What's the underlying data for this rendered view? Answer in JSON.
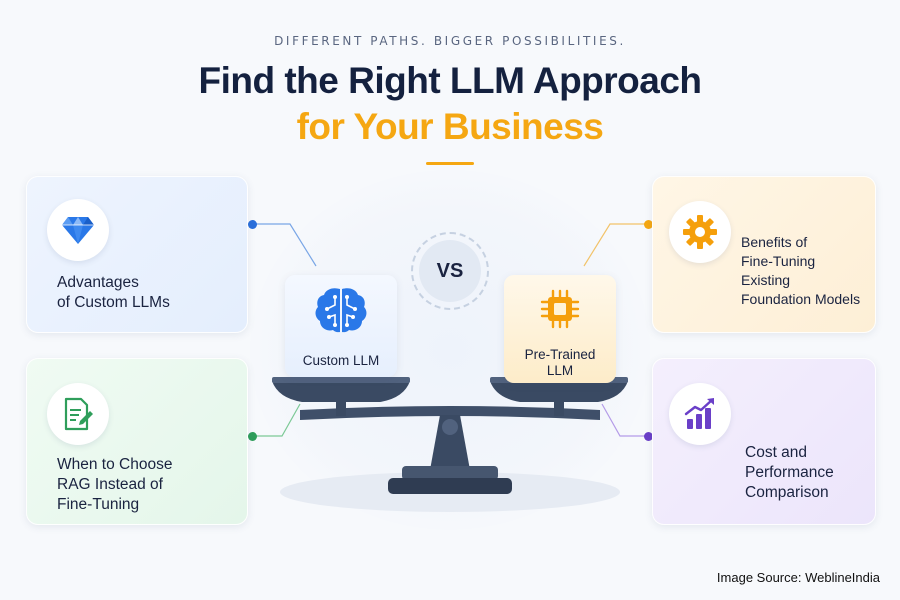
{
  "header": {
    "tagline": "DIFFERENT PATHS. BIGGER POSSIBILITIES.",
    "title_line1": "Find the Right LLM Approach",
    "title_line2": "for Your Business"
  },
  "comparison": {
    "vs_label": "VS",
    "left_model": "Custom LLM",
    "right_model_line1": "Pre-Trained",
    "right_model_line2": "LLM"
  },
  "cards": {
    "advantages": {
      "line1": "Advantages",
      "line2": "of Custom LLMs",
      "icon": "diamond-icon"
    },
    "rag": {
      "line1": "When to Choose",
      "line2": "RAG Instead of",
      "line3": "Fine-Tuning",
      "icon": "document-edit-icon"
    },
    "benefits": {
      "line1": "Benefits of",
      "line2": "Fine-Tuning",
      "line3": "Existing",
      "line4": "Foundation Models",
      "icon": "gear-icon"
    },
    "cost": {
      "line1": "Cost and",
      "line2": "Performance",
      "line3": "Comparison",
      "icon": "growth-chart-icon"
    }
  },
  "colors": {
    "accent": "#f5a712",
    "navy": "#14213f",
    "blue": "#2a6fdb",
    "green": "#2f9e5b",
    "orange": "#f5a712",
    "purple": "#6a3fc8"
  },
  "footer": {
    "source": "Image Source: WeblineIndia"
  }
}
